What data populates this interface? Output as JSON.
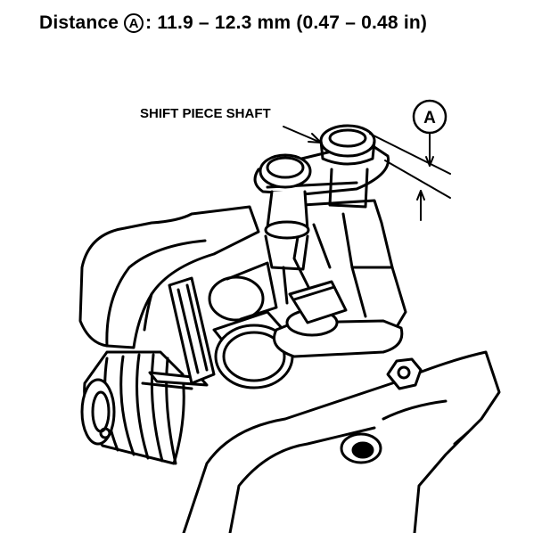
{
  "heading": {
    "prefix": "Distance",
    "marker": "A",
    "value": ": 11.9 – 12.3 mm (0.47 – 0.48 in)"
  },
  "callouts": {
    "shift_piece_shaft": "SHIFT PIECE SHAFT",
    "distance_marker": "A"
  }
}
